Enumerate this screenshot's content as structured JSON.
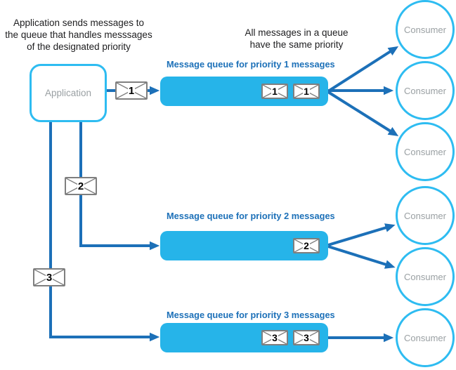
{
  "notes": {
    "left": [
      "Application sends messages to",
      "the queue that handles messsages",
      "of the designated priority"
    ],
    "top": [
      "All messages in a queue",
      "have the same priority"
    ]
  },
  "application": {
    "label": "Application"
  },
  "queues": [
    {
      "title": "Message queue for priority 1 messages",
      "envelopes": [
        "1",
        "1"
      ]
    },
    {
      "title": "Message queue for priority 2 messages",
      "envelopes": [
        "2"
      ]
    },
    {
      "title": "Message queue for priority 3 messages",
      "envelopes": [
        "3",
        "3"
      ]
    }
  ],
  "route_envelopes": [
    "1",
    "2",
    "3"
  ],
  "consumers": [
    "Consumer",
    "Consumer",
    "Consumer",
    "Consumer",
    "Consumer",
    "Consumer"
  ],
  "colors": {
    "cyan_fill": "#26b4e9",
    "cyan_border": "#2ebcf1",
    "blue_arrow": "#1c70b8",
    "title_blue": "#1c70b8",
    "gray_text": "#9aa0a3",
    "dark_text": "#1d1d1f",
    "env_border": "#7f7f7f"
  }
}
